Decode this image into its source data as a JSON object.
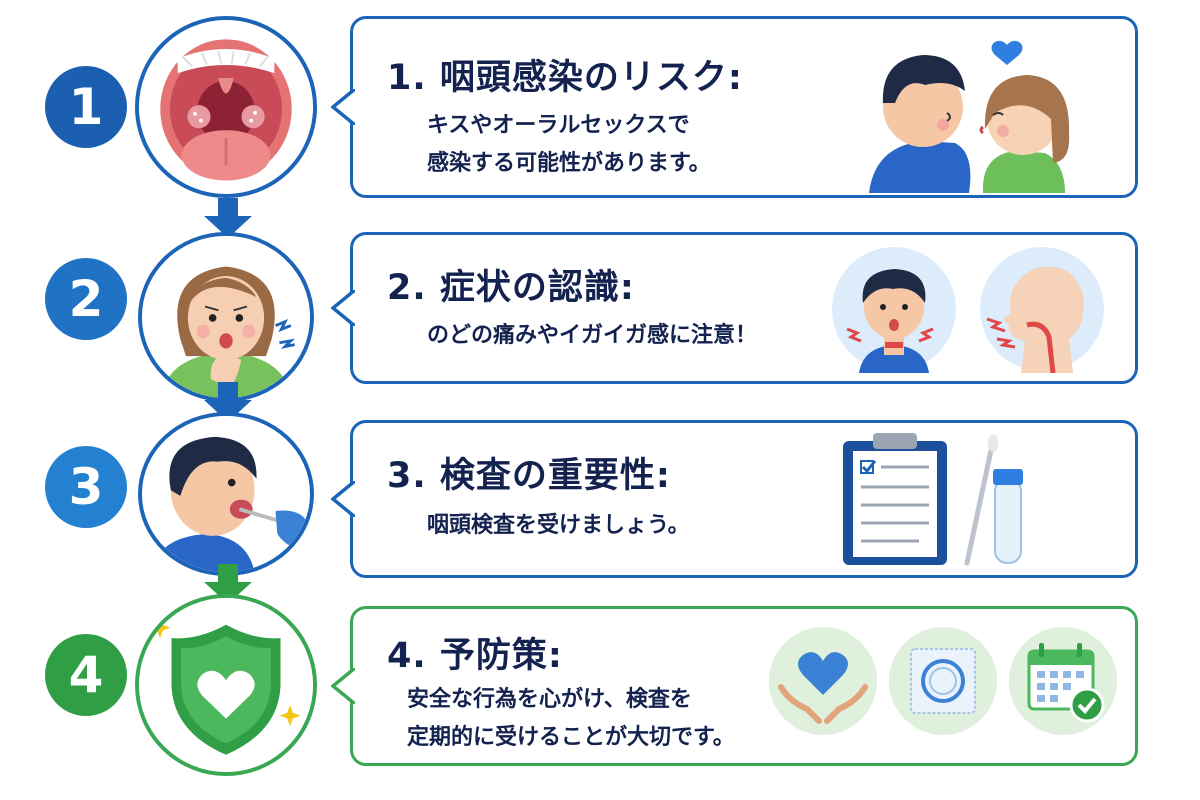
{
  "colors": {
    "blue_badge_1": "#1c5fb0",
    "blue_badge_2": "#2072c4",
    "blue_badge_3": "#2480d0",
    "green_badge": "#2f9e44",
    "blue_border": "#1c64b8",
    "green_border": "#3aa853",
    "text": "#14224f"
  },
  "steps": [
    {
      "number": "1",
      "title": "1. 咽頭感染のリスク:",
      "lines": [
        "キスやオーラルセックスで",
        "感染する可能性があります。"
      ],
      "icon": "open-mouth-throat-icon",
      "art": [
        "kissing-couple-icon",
        "heart-icon"
      ]
    },
    {
      "number": "2",
      "title": "2. 症状の認識:",
      "lines": [
        "のどの痛みやイガイガ感に注意！"
      ],
      "icon": "sore-throat-woman-icon",
      "art": [
        "sore-throat-boy-icon",
        "throat-profile-icon"
      ]
    },
    {
      "number": "3",
      "title": "3. 検査の重要性:",
      "lines": [
        "咽頭検査を受けましょう。"
      ],
      "icon": "throat-swab-test-icon",
      "art": [
        "clipboard-checklist-icon",
        "swab-and-test-tube-icon"
      ]
    },
    {
      "number": "4",
      "title": "4. 予防策:",
      "lines": [
        "安全な行為を心がけ、検査を",
        "定期的に受けることが大切です。"
      ],
      "icon": "shield-heart-icon",
      "art": [
        "hands-holding-heart-icon",
        "condom-package-icon",
        "calendar-check-icon"
      ]
    }
  ]
}
